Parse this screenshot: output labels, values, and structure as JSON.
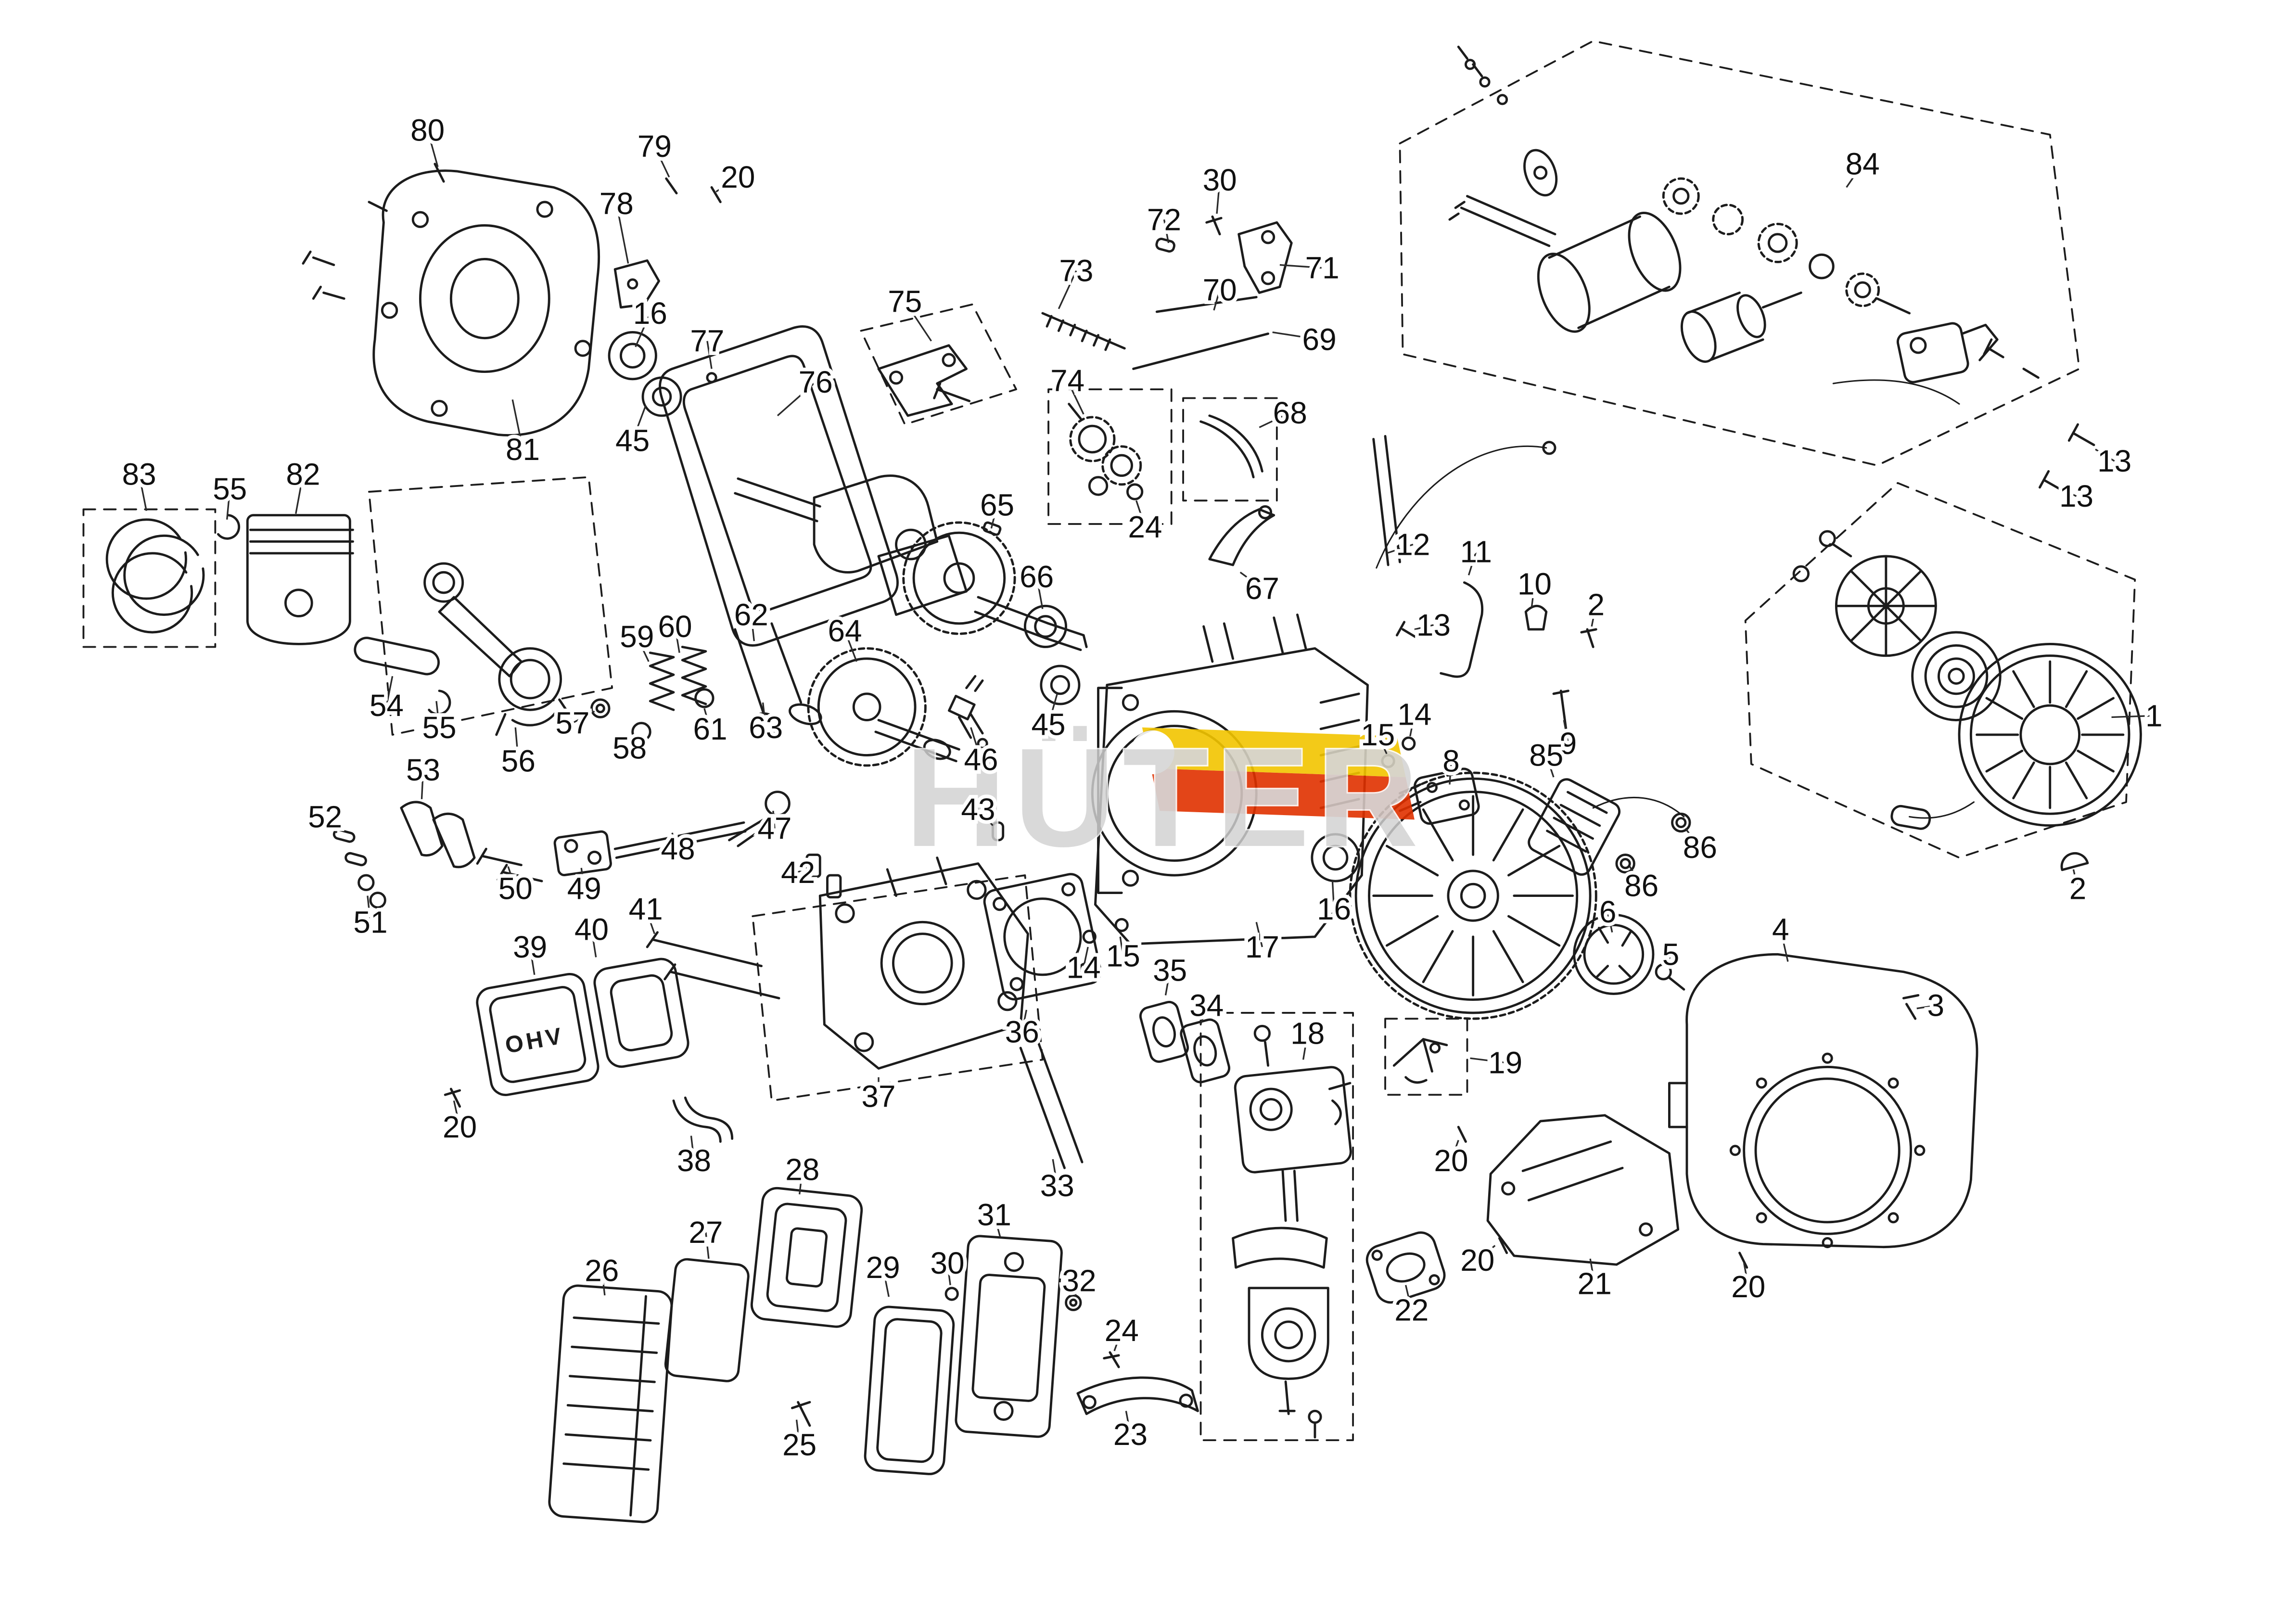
{
  "diagram": {
    "background": "#FFFFFF",
    "line_color": "#1C1C1C",
    "watermark": {
      "text": "HÜTER",
      "text_color": "#D2D2D2",
      "flag_colors": [
        "#F2C500",
        "#E03100"
      ]
    },
    "cover_stamp": "OHV",
    "callouts": [
      [
        "80",
        292,
        89,
        299,
        114
      ],
      [
        "79",
        447,
        100,
        457,
        121
      ],
      [
        "20",
        504,
        121,
        489,
        131
      ],
      [
        "78",
        421,
        139,
        429,
        180
      ],
      [
        "16",
        444,
        214,
        434,
        237
      ],
      [
        "77",
        483,
        233,
        486,
        252
      ],
      [
        "76",
        557,
        261,
        531,
        284
      ],
      [
        "81",
        357,
        307,
        350,
        273
      ],
      [
        "45",
        432,
        301,
        441,
        277
      ],
      [
        "75",
        618,
        206,
        636,
        233
      ],
      [
        "73",
        735,
        185,
        723,
        211
      ],
      [
        "72",
        795,
        150,
        798,
        166
      ],
      [
        "30",
        833,
        123,
        831,
        146
      ],
      [
        "71",
        903,
        183,
        874,
        181
      ],
      [
        "70",
        833,
        198,
        829,
        212
      ],
      [
        "69",
        901,
        232,
        869,
        227
      ],
      [
        "74",
        729,
        260,
        740,
        283
      ],
      [
        "68",
        881,
        282,
        860,
        292
      ],
      [
        "24",
        782,
        360,
        776,
        342
      ],
      [
        "67",
        862,
        402,
        847,
        391
      ],
      [
        "65",
        681,
        345,
        677,
        361
      ],
      [
        "66",
        708,
        394,
        712,
        416
      ],
      [
        "64",
        577,
        431,
        585,
        452
      ],
      [
        "62",
        513,
        420,
        515,
        438
      ],
      [
        "59",
        435,
        435,
        443,
        452
      ],
      [
        "60",
        461,
        428,
        464,
        446
      ],
      [
        "57",
        391,
        494,
        406,
        486
      ],
      [
        "58",
        430,
        511,
        436,
        503
      ],
      [
        "61",
        485,
        498,
        481,
        484
      ],
      [
        "63",
        523,
        497,
        521,
        480
      ],
      [
        "46",
        670,
        519,
        663,
        497
      ],
      [
        "45",
        716,
        495,
        722,
        474
      ],
      [
        "43",
        668,
        553,
        678,
        564
      ],
      [
        "42",
        545,
        596,
        554,
        590
      ],
      [
        "83",
        95,
        324,
        100,
        349
      ],
      [
        "55",
        157,
        334,
        155,
        355
      ],
      [
        "82",
        207,
        324,
        202,
        351
      ],
      [
        "54",
        264,
        482,
        268,
        462
      ],
      [
        "55",
        300,
        497,
        298,
        479
      ],
      [
        "56",
        354,
        520,
        352,
        497
      ],
      [
        "53",
        289,
        526,
        288,
        546
      ],
      [
        "52",
        222,
        558,
        230,
        569
      ],
      [
        "51",
        253,
        630,
        251,
        612
      ],
      [
        "50",
        352,
        607,
        347,
        592
      ],
      [
        "49",
        399,
        607,
        397,
        593
      ],
      [
        "48",
        463,
        580,
        459,
        569
      ],
      [
        "47",
        529,
        566,
        528,
        554
      ],
      [
        "41",
        441,
        621,
        447,
        638
      ],
      [
        "39",
        362,
        647,
        365,
        666
      ],
      [
        "40",
        404,
        635,
        407,
        654
      ],
      [
        "20",
        314,
        770,
        310,
        752
      ],
      [
        "38",
        474,
        793,
        472,
        776
      ],
      [
        "37",
        600,
        749,
        600,
        736
      ],
      [
        "36",
        698,
        705,
        701,
        690
      ],
      [
        "35",
        799,
        663,
        796,
        680
      ],
      [
        "34",
        824,
        687,
        820,
        700
      ],
      [
        "33",
        722,
        810,
        719,
        792
      ],
      [
        "14",
        740,
        661,
        743,
        647
      ],
      [
        "15",
        767,
        653,
        765,
        640
      ],
      [
        "17",
        862,
        647,
        858,
        630
      ],
      [
        "16",
        911,
        621,
        910,
        602
      ],
      [
        "15",
        941,
        502,
        947,
        515
      ],
      [
        "14",
        966,
        488,
        963,
        503
      ],
      [
        "8",
        991,
        520,
        990,
        536
      ],
      [
        "12",
        965,
        372,
        947,
        378
      ],
      [
        "11",
        1008,
        377,
        1003,
        393
      ],
      [
        "13",
        979,
        427,
        966,
        430
      ],
      [
        "10",
        1048,
        399,
        1046,
        415
      ],
      [
        "2",
        1090,
        413,
        1087,
        428
      ],
      [
        "9",
        1071,
        508,
        1068,
        492
      ],
      [
        "85",
        1056,
        516,
        1061,
        531
      ],
      [
        "86",
        1161,
        579,
        1151,
        566
      ],
      [
        "86",
        1121,
        605,
        1113,
        592
      ],
      [
        "6",
        1098,
        623,
        1101,
        637
      ],
      [
        "5",
        1141,
        652,
        1138,
        661
      ],
      [
        "4",
        1216,
        635,
        1221,
        657
      ],
      [
        "3",
        1322,
        687,
        1309,
        689
      ],
      [
        "19",
        1028,
        726,
        1004,
        723
      ],
      [
        "18",
        893,
        706,
        890,
        724
      ],
      [
        "20",
        991,
        793,
        996,
        779
      ],
      [
        "21",
        1089,
        877,
        1086,
        860
      ],
      [
        "20",
        1009,
        861,
        1021,
        851
      ],
      [
        "20",
        1194,
        879,
        1191,
        863
      ],
      [
        "22",
        964,
        895,
        960,
        878
      ],
      [
        "23",
        772,
        980,
        769,
        964
      ],
      [
        "24",
        766,
        909,
        761,
        923
      ],
      [
        "32",
        737,
        875,
        734,
        886
      ],
      [
        "31",
        679,
        830,
        683,
        845
      ],
      [
        "30",
        647,
        863,
        649,
        878
      ],
      [
        "29",
        603,
        866,
        607,
        886
      ],
      [
        "28",
        548,
        799,
        546,
        816
      ],
      [
        "27",
        482,
        842,
        484,
        860
      ],
      [
        "26",
        411,
        868,
        413,
        885
      ],
      [
        "25",
        546,
        987,
        544,
        970
      ],
      [
        "84",
        1272,
        112,
        1261,
        128
      ],
      [
        "13",
        1444,
        315,
        1431,
        307
      ],
      [
        "13",
        1418,
        339,
        1407,
        334
      ],
      [
        "1",
        1471,
        489,
        1442,
        490
      ],
      [
        "2",
        1419,
        607,
        1416,
        594
      ]
    ]
  }
}
